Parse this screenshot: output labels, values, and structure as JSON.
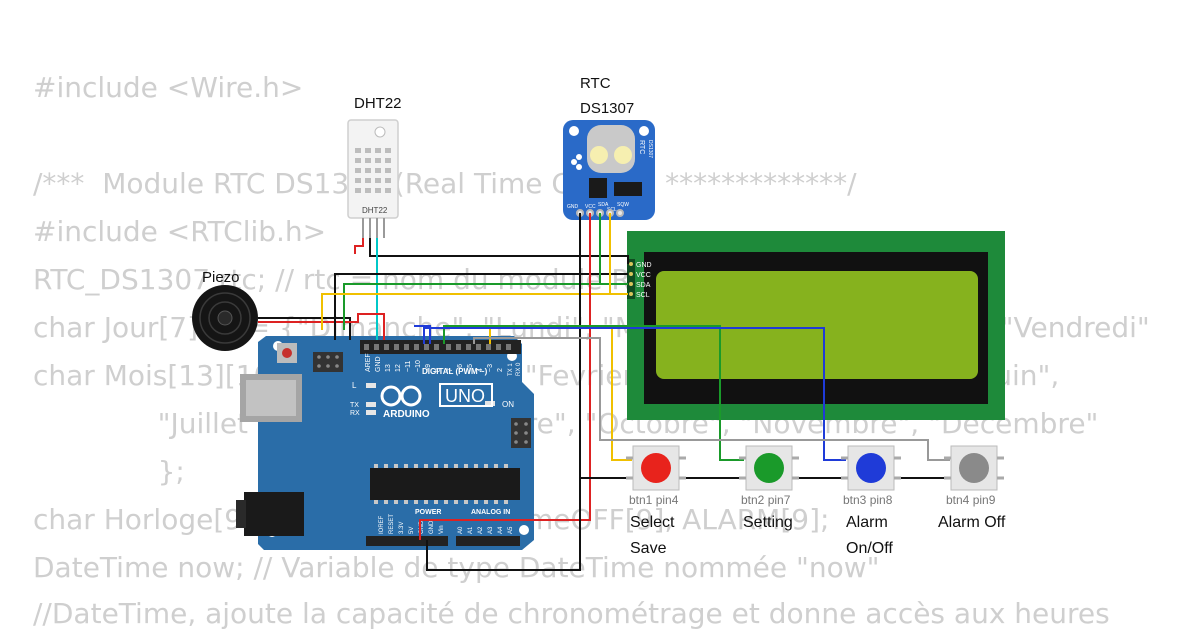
{
  "code_lines": [
    "#include <Wire.h>",
    "",
    "/***  Module RTC DS1307 (Real Time Clock)   *************/",
    "#include <RTClib.h>",
    "RTC_DS1307 rtc; // rtc = nom du module RTC_DS1307 (rtc)",
    "char Jour[7][9] = {\"Dimanche\", \"Lundi\", \"Mardi\", \"Mercredi\", \"Jeudi\", \"Vendredi\"",
    "char Mois[13][10] = {\"\", \"Janvier\", \"Fevrier\", \"Mars\", \"Avril\", \"Mai\", \"Juin\",",
    "              \"Juillet\", \"Aout\", \"Septembre\", \"Octobre\", \"Novembre\", \"Decembre\"",
    "              };",
    "char Horloge[9], AlarmeON[9], AlarmeOFF[9], ALARM[9];",
    "DateTime now; // Variable de type DateTime nommée \"now\"",
    "//DateTime, ajoute la capacité de chronométrage et donne accès aux heures"
  ],
  "components": {
    "dht": {
      "title": "DHT22",
      "chip_label": "DHT22"
    },
    "rtc": {
      "title_line1": "RTC",
      "title_line2": "DS1307",
      "board_text": "RTC",
      "chip_text": "DS1307",
      "pins": [
        "GND",
        "VCC",
        "SDA",
        "SCL",
        "SQW"
      ]
    },
    "piezo": {
      "title": "Piezo"
    },
    "lcd": {
      "pins": [
        "GND",
        "VCC",
        "SDA",
        "SCL"
      ]
    },
    "arduino": {
      "brand": "ARDUINO",
      "model": "UNO",
      "digital_label": "DIGITAL (PWM ~)",
      "power_label": "POWER",
      "analog_label": "ANALOG IN",
      "led_l": "L",
      "led_tx": "TX",
      "led_rx": "RX",
      "on_label": "ON",
      "top_pins": [
        "AREF",
        "GND",
        "13",
        "12",
        "~11",
        "~10",
        "~9",
        "8",
        "7",
        "~6",
        "~5",
        "4",
        "~3",
        "2",
        "TX 1",
        "RX 0"
      ],
      "bottom_pins": [
        "IOREF",
        "RESET",
        "3.3V",
        "5V",
        "GND",
        "GND",
        "Vin",
        "A0",
        "A1",
        "A2",
        "A3",
        "A4",
        "A5"
      ]
    }
  },
  "buttons": [
    {
      "caption": "btn1 pin4",
      "label1": "Select",
      "label2": "Save",
      "color": "#e8231c"
    },
    {
      "caption": "btn2 pin7",
      "label1": "Setting",
      "label2": "",
      "color": "#1a9a2a"
    },
    {
      "caption": "btn3 pin8",
      "label1": "Alarm",
      "label2": "On/Off",
      "color": "#1f3bd8"
    },
    {
      "caption": "btn4 pin9",
      "label1": "Alarm Off",
      "label2": "",
      "color": "#8a8a8a"
    }
  ],
  "colors": {
    "code_text": "#cfcfcf",
    "lcd_green": "#1e8a3a",
    "lcd_screen": "#86b21e",
    "arduino_blue": "#2a6da8",
    "rtc_blue": "#2a6ac8"
  }
}
